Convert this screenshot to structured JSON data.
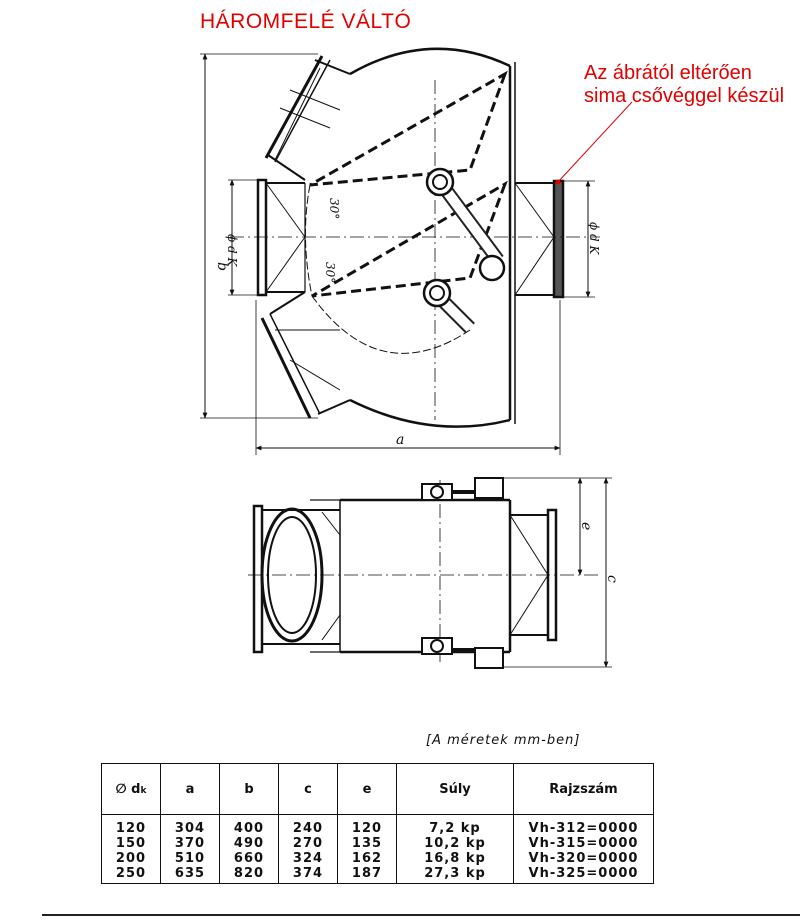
{
  "title": "HÁROMFELÉ VÁLTÓ",
  "note": {
    "line1": "Az ábrától eltérően",
    "line2": "sima csővéggel készül"
  },
  "drawing_labels": {
    "a": "a",
    "b": "b",
    "c": "c",
    "e": "e",
    "angle_upper": "30°",
    "angle_lower": "30°",
    "dk_left": "ϕ d K",
    "dk_right": "ϕ d K"
  },
  "dimension_note": "[A méretek mm-ben]",
  "table": {
    "headers": {
      "dk_prefix": "∅ d",
      "dk_sub": "k",
      "a": "a",
      "b": "b",
      "c": "c",
      "e": "e",
      "weight": "Súly",
      "drawing_no": "Rajzszám"
    },
    "rows": [
      {
        "dk": "120",
        "a": "304",
        "b": "400",
        "c": "240",
        "e": "120",
        "weight": "7,2 kp",
        "drawing_no": "Vh-312=0000"
      },
      {
        "dk": "150",
        "a": "370",
        "b": "490",
        "c": "270",
        "e": "135",
        "weight": "10,2 kp",
        "drawing_no": "Vh-315=0000"
      },
      {
        "dk": "200",
        "a": "510",
        "b": "660",
        "c": "324",
        "e": "162",
        "weight": "16,8 kp",
        "drawing_no": "Vh-320=0000"
      },
      {
        "dk": "250",
        "a": "635",
        "b": "820",
        "c": "374",
        "e": "187",
        "weight": "27,3 kp",
        "drawing_no": "Vh-325=0000"
      }
    ]
  }
}
